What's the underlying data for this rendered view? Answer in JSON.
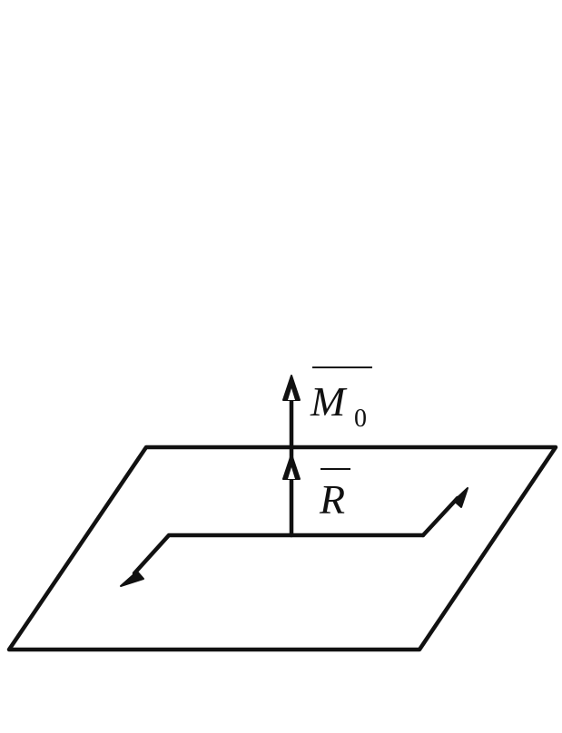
{
  "diagram": {
    "labels": {
      "moment": {
        "main": "M",
        "sub": "0"
      },
      "resultant": {
        "main": "R"
      }
    },
    "colors": {
      "ink": "#111111",
      "background": "#ffffff"
    }
  }
}
